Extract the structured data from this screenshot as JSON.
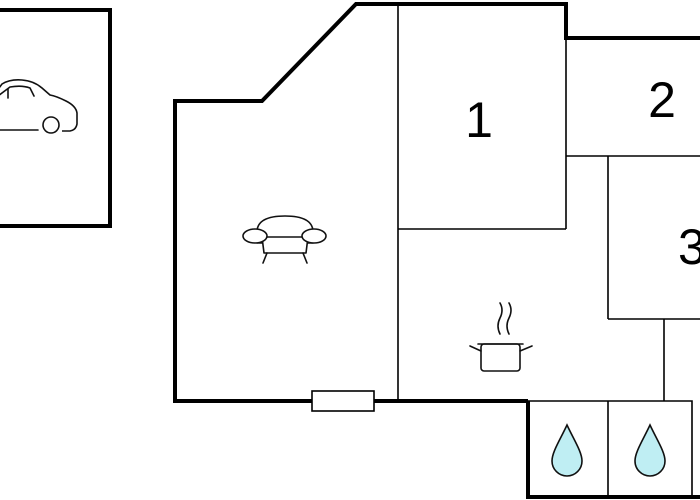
{
  "rooms": [
    {
      "id": "room-1",
      "label": "1"
    },
    {
      "id": "room-2",
      "label": "2"
    },
    {
      "id": "room-3",
      "label": "3"
    }
  ],
  "icons": {
    "garage": "car-icon",
    "living": "sofa-icon",
    "kitchen": "cooking-pot-icon",
    "bathroom_left": "water-drop-icon",
    "bathroom_right": "water-drop-icon",
    "door": "door-icon"
  },
  "colors": {
    "wall": "#000000",
    "water_drop_fill": "#bfeef3",
    "background": "#ffffff"
  }
}
